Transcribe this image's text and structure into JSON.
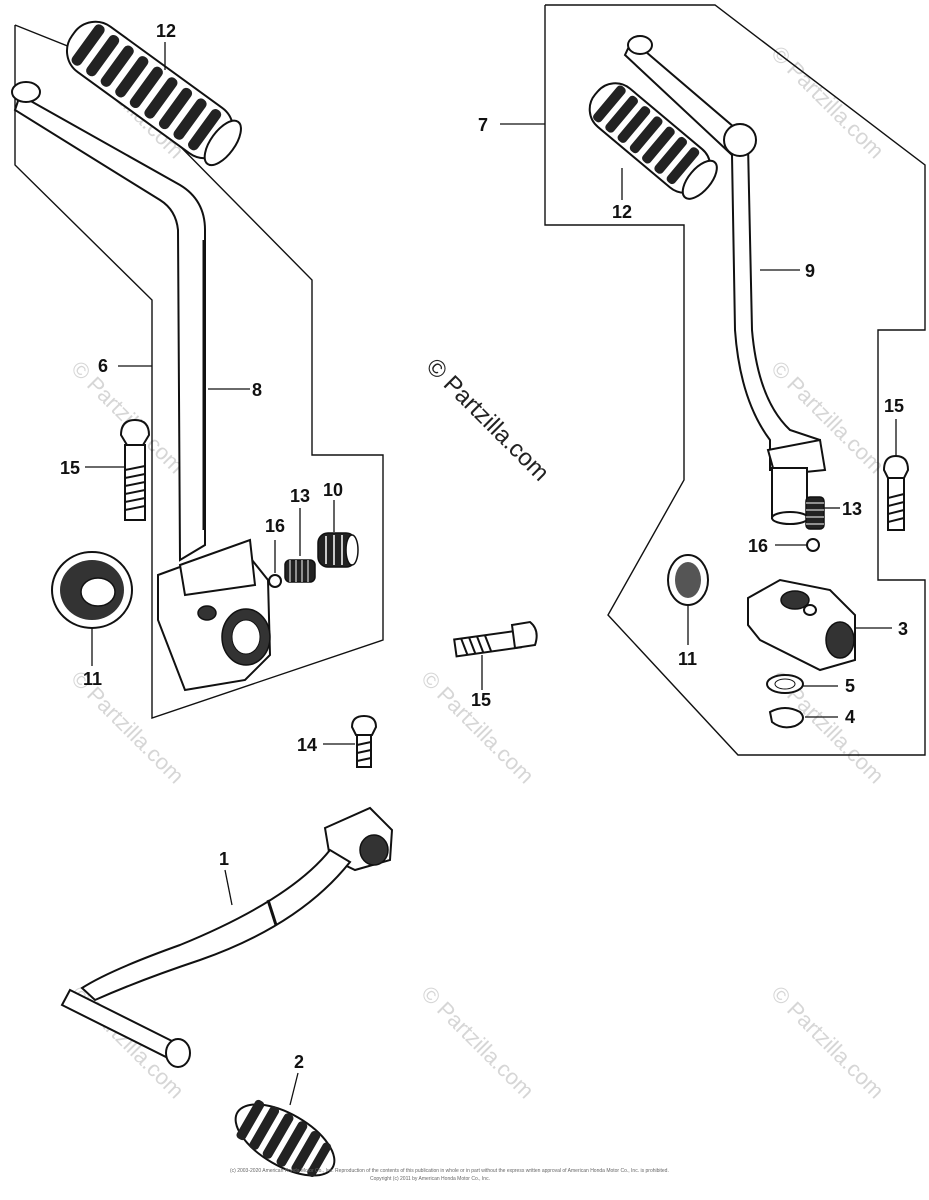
{
  "watermark": "© Partzilla.com",
  "callouts": {
    "p1": "1",
    "p2": "2",
    "p3": "3",
    "p4": "4",
    "p5": "5",
    "p6": "6",
    "p7": "7",
    "p8": "8",
    "p9": "9",
    "p10": "10",
    "p11a": "11",
    "p11b": "11",
    "p12a": "12",
    "p12b": "12",
    "p13a": "13",
    "p13b": "13",
    "p14": "14",
    "p15a": "15",
    "p15b": "15",
    "p15c": "15",
    "p16a": "16",
    "p16b": "16"
  },
  "footer": {
    "line1": "(c) 2003-2020 American Honda Motor Co., Inc. Reproduction of the contents of this publication in whole or in part without the express written approval of American Honda Motor Co., Inc. is prohibited.",
    "line2": "Copyright (c) 2011 by American Honda Motor Co., Inc."
  }
}
